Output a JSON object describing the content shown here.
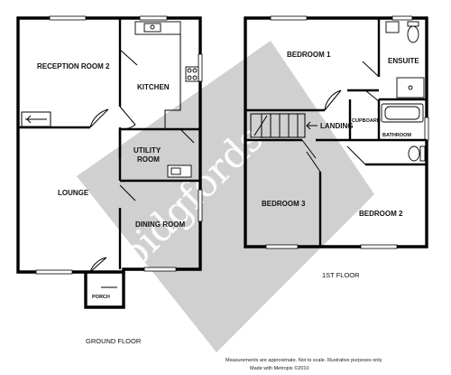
{
  "watermark": {
    "text": "bidgfords",
    "color": "#c8c8c8"
  },
  "ground_floor": {
    "caption": "GROUND FLOOR",
    "rooms": {
      "reception_room_2": "RECEPTION ROOM 2",
      "kitchen": "KITCHEN",
      "lounge": "LOUNGE",
      "utility_room_line1": "UTILITY",
      "utility_room_line2": "ROOM",
      "dining_room": "DINING ROOM",
      "porch": "PORCH"
    }
  },
  "first_floor": {
    "caption": "1ST FLOOR",
    "rooms": {
      "bedroom_1": "BEDROOM 1",
      "ensuite": "ENSUITE",
      "landing": "LANDING",
      "cupboard": "CUPBOARD",
      "bathroom": "BATHROOM",
      "bedroom_3": "BEDROOM 3",
      "bedroom_2": "BEDROOM 2"
    }
  },
  "footer": {
    "line1": "Measurements are approximate.  Not to scale.  Illustrative purposes only",
    "line2": "Made with Metropix ©2010"
  }
}
